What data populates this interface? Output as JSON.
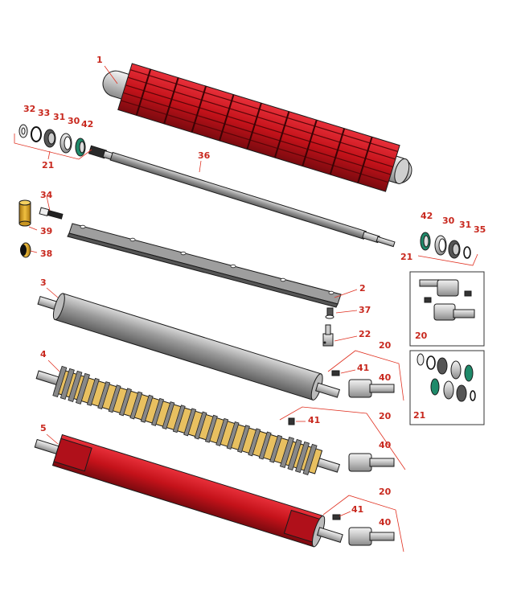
{
  "colors": {
    "label": "#c8281e",
    "reel": "#c4121a",
    "shaft": "#8a8a8a",
    "brass": "#d9a520",
    "seal": "#1f8a6a",
    "box_border": "#333333"
  },
  "callouts": [
    {
      "id": "c1",
      "text": "1"
    },
    {
      "id": "c32",
      "text": "32"
    },
    {
      "id": "c33",
      "text": "33"
    },
    {
      "id": "c31a",
      "text": "31"
    },
    {
      "id": "c30a",
      "text": "30"
    },
    {
      "id": "c42a",
      "text": "42"
    },
    {
      "id": "c21a",
      "text": "21"
    },
    {
      "id": "c36",
      "text": "36"
    },
    {
      "id": "c34",
      "text": "34"
    },
    {
      "id": "c39",
      "text": "39"
    },
    {
      "id": "c38",
      "text": "38"
    },
    {
      "id": "c42b",
      "text": "42"
    },
    {
      "id": "c30b",
      "text": "30"
    },
    {
      "id": "c31b",
      "text": "31"
    },
    {
      "id": "c35",
      "text": "35"
    },
    {
      "id": "c21b",
      "text": "21"
    },
    {
      "id": "c2",
      "text": "2"
    },
    {
      "id": "c3",
      "text": "3"
    },
    {
      "id": "c37",
      "text": "37"
    },
    {
      "id": "c22",
      "text": "22"
    },
    {
      "id": "c4",
      "text": "4"
    },
    {
      "id": "c20a",
      "text": "20"
    },
    {
      "id": "c41a",
      "text": "41"
    },
    {
      "id": "c40a",
      "text": "40"
    },
    {
      "id": "c20b",
      "text": "20"
    },
    {
      "id": "c41b",
      "text": "41"
    },
    {
      "id": "c40b",
      "text": "40"
    },
    {
      "id": "c5",
      "text": "5"
    },
    {
      "id": "c20c",
      "text": "20"
    },
    {
      "id": "c41c",
      "text": "41"
    },
    {
      "id": "c40c",
      "text": "40"
    }
  ],
  "inset_boxes": [
    {
      "id": "box20",
      "label": "20"
    },
    {
      "id": "box21",
      "label": "21"
    }
  ]
}
